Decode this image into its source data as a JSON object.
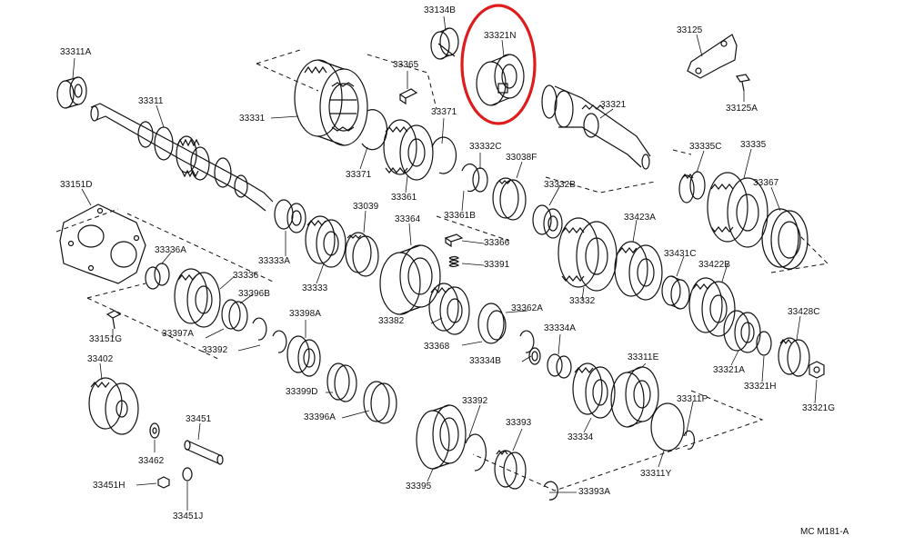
{
  "drawing_code": "MC M181-A",
  "highlight": {
    "part": "33321N",
    "color": "#e01b1b"
  },
  "parts": [
    "33134B",
    "33321N",
    "33125",
    "33311A",
    "33365",
    "33311",
    "33331",
    "33371",
    "33321",
    "33125A",
    "33332C",
    "33038F",
    "33371",
    "33335C",
    "33335",
    "33151D",
    "33361",
    "33361B",
    "33332B",
    "33367",
    "33039",
    "33364",
    "33423A",
    "33336A",
    "33333A",
    "33366",
    "33431C",
    "33422B",
    "33336",
    "33391",
    "33396B",
    "33333",
    "33151G",
    "33397A",
    "33382",
    "33362A",
    "33398A",
    "33332",
    "33428C",
    "33334A",
    "33392",
    "33368",
    "33402",
    "33334B",
    "33311E",
    "33321A",
    "33399D",
    "33321H",
    "33311P",
    "33396A",
    "33392",
    "33321G",
    "33451",
    "33393",
    "33462",
    "33334",
    "33311Y",
    "33451H",
    "33395",
    "33393A",
    "33451J"
  ]
}
